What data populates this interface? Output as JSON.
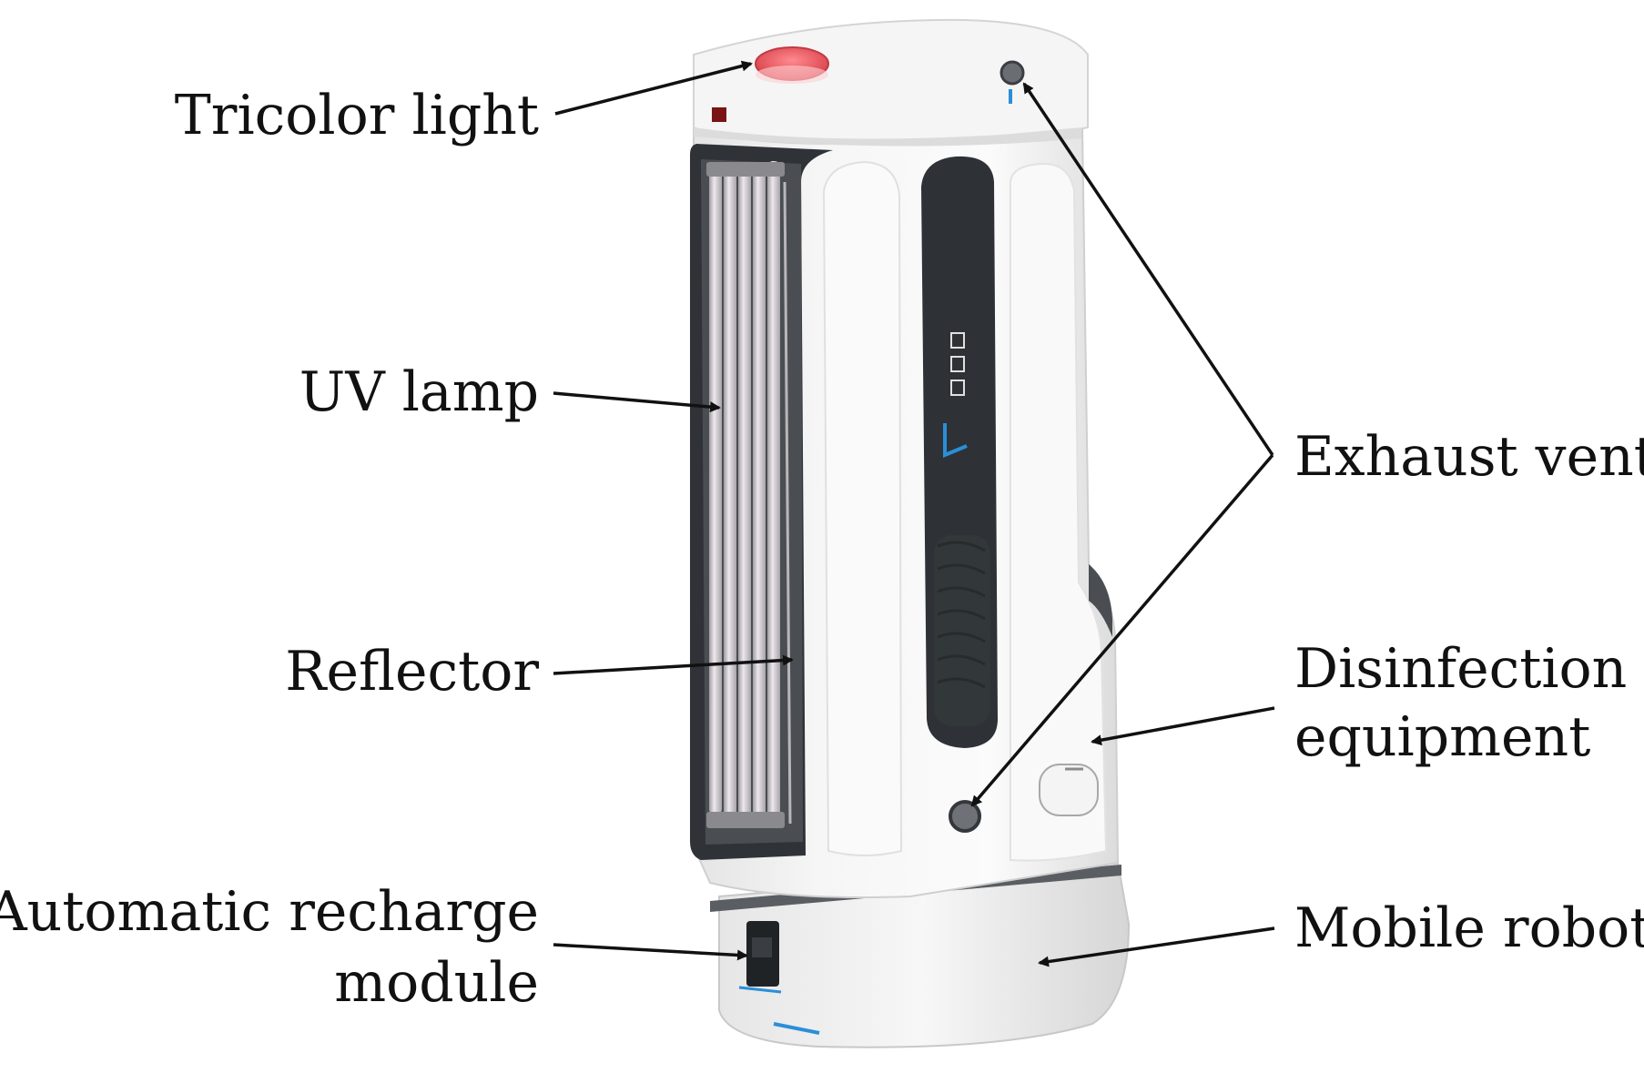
{
  "labels": {
    "tricolor_light": "Tricolor light",
    "uv_lamp": "UV lamp",
    "reflector": "Reflector",
    "automatic_recharge_line1": "Automatic recharge",
    "automatic_recharge_line2": "module",
    "exhaust_vent": "Exhaust vent",
    "disinfection_line1": "Disinfection",
    "disinfection_line2": "equipment",
    "mobile_robot": "Mobile robot"
  },
  "colors": {
    "body_white": "#f3f3f3",
    "body_shadow": "#d9d9d9",
    "dark_panel": "#3a3e42",
    "lamp_tube": "#d4d0d4",
    "tricolor_light_red": "#e8525a",
    "accent_blue": "#2a8fd8",
    "arrow": "#111111"
  },
  "icons": {
    "lamp_count": 5,
    "panel_indicators": 3
  }
}
